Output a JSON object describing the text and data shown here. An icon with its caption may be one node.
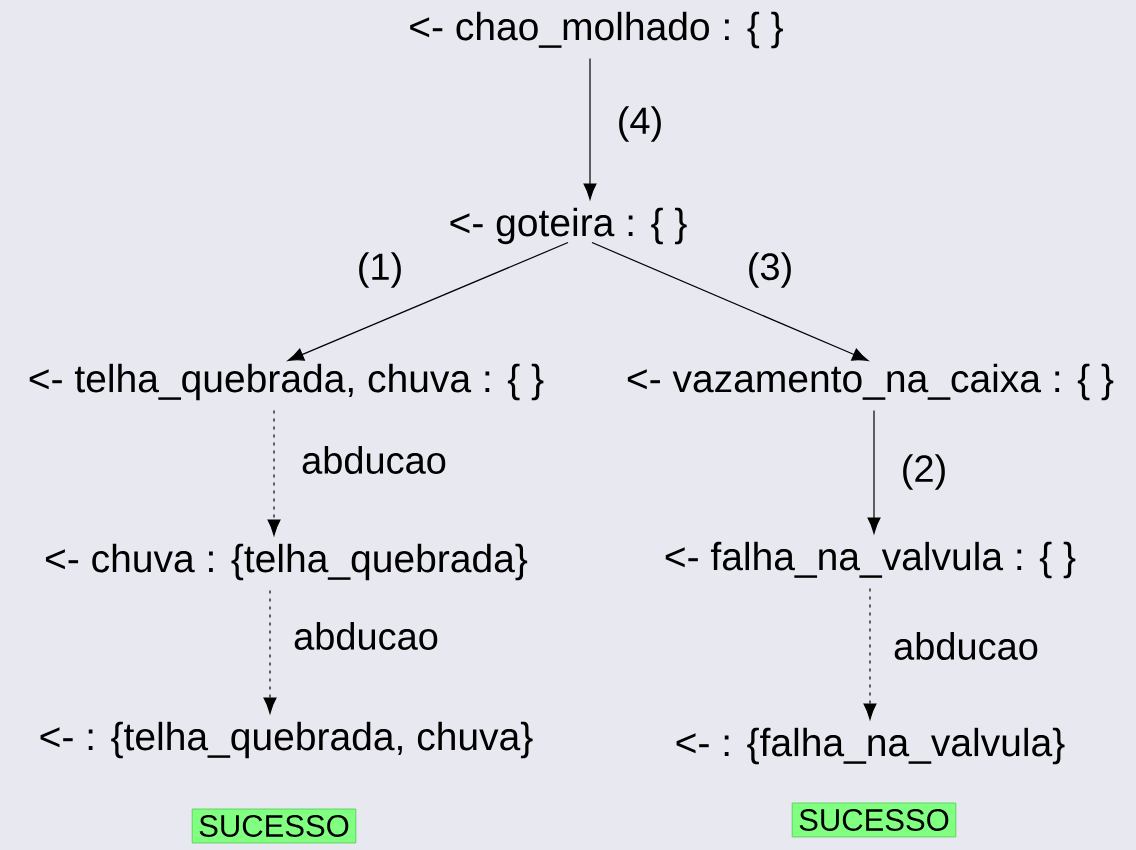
{
  "diagram": {
    "nodes": [
      {
        "text": [
          "<- chao_molhado : { }"
        ]
      },
      {
        "text": [
          "<- goteira : { }"
        ]
      },
      {
        "text": [
          "<- telha_quebrada, chuva : { }"
        ]
      },
      {
        "text": [
          "<- vazamento_na_caixa : { }"
        ]
      },
      {
        "text": [
          "<- chuva : {telha_quebrada}"
        ]
      },
      {
        "text": [
          "<- falha_na_valvula : { }"
        ]
      },
      {
        "text": [
          "<- : {telha_quebrada, chuva}"
        ]
      },
      {
        "text": [
          "<- : {falha_na_valvula}"
        ]
      },
      {
        "text": [
          "SUCESSO"
        ]
      },
      {
        "text": [
          "SUCESSO"
        ]
      }
    ],
    "edges": [
      {
        "from": 0,
        "to": 1,
        "arrow": "to",
        "label": "(4)"
      },
      {
        "from": 1,
        "to": 2,
        "arrow": "to",
        "label": "(1)"
      },
      {
        "from": 1,
        "to": 3,
        "arrow": "to",
        "label": "(3)"
      },
      {
        "from": 3,
        "to": 5,
        "arrow": "to",
        "label": "(2)"
      },
      {
        "from": 2,
        "to": 4,
        "arrow": "to",
        "label": "abducao",
        "style": "dashed"
      },
      {
        "from": 4,
        "to": 6,
        "arrow": "to",
        "label": "abducao",
        "style": "dashed"
      },
      {
        "from": 5,
        "to": 7,
        "arrow": "to",
        "label": "abducao",
        "style": "dashed"
      }
    ]
  }
}
